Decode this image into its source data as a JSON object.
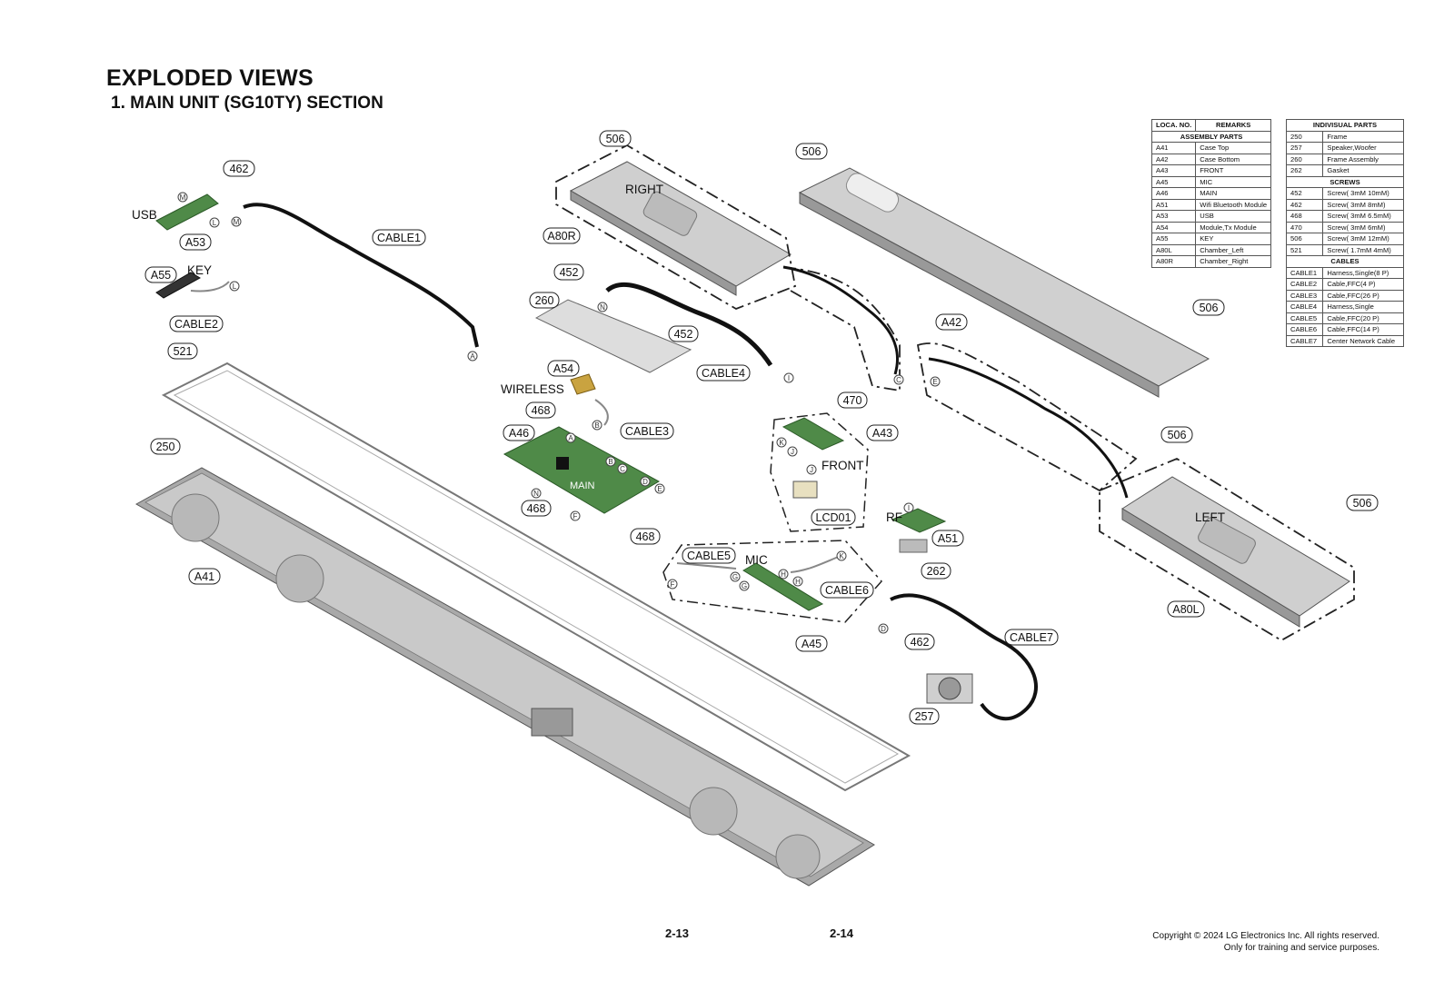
{
  "header": {
    "title": "EXPLODED VIEWS",
    "subtitle": "1. MAIN UNIT (SG10TY) SECTION"
  },
  "callouts": {
    "c462a": "462",
    "usb": "USB",
    "a53": "A53",
    "cable1": "CABLE1",
    "a55": "A55",
    "key": "KEY",
    "cable2": "CABLE2",
    "c521": "521",
    "c250": "250",
    "a41": "A41",
    "c506a": "506",
    "right": "RIGHT",
    "a80r": "A80R",
    "c506b": "506",
    "a42": "A42",
    "c452a": "452",
    "c260": "260",
    "c452b": "452",
    "cable4": "CABLE4",
    "a54": "A54",
    "wireless": "WIRELESS",
    "c468a": "468",
    "cable3": "CABLE3",
    "a46": "A46",
    "main": "MAIN",
    "c468b": "468",
    "c468c": "468",
    "c470": "470",
    "a43": "A43",
    "front": "FRONT",
    "lcd01": "LCD01",
    "rf": "RF",
    "a51": "A51",
    "c262": "262",
    "cable5": "CABLE5",
    "mic": "MIC",
    "cable6": "CABLE6",
    "a45": "A45",
    "c462b": "462",
    "c257": "257",
    "cable7": "CABLE7",
    "c506c": "506",
    "c506d": "506",
    "c506e": "506",
    "left": "LEFT",
    "a80l": "A80L"
  },
  "connectors": [
    "M",
    "L",
    "M",
    "L",
    "A",
    "N",
    "I",
    "C",
    "E",
    "A",
    "B",
    "C",
    "D",
    "E",
    "N",
    "F",
    "B",
    "K",
    "J",
    "J",
    "I",
    "F",
    "G",
    "G",
    "H",
    "H",
    "K",
    "D"
  ],
  "assembly_table": {
    "col1": "LOCA. NO.",
    "col2": "REMARKS",
    "section": "ASSEMBLY PARTS",
    "rows": [
      [
        "A41",
        "Case Top"
      ],
      [
        "A42",
        "Case Bottom"
      ],
      [
        "A43",
        "FRONT"
      ],
      [
        "A45",
        "MIC"
      ],
      [
        "A46",
        "MAIN"
      ],
      [
        "A51",
        "Wifi Bluetooth Module"
      ],
      [
        "A53",
        "USB"
      ],
      [
        "A54",
        "Module,Tx Module"
      ],
      [
        "A55",
        "KEY"
      ],
      [
        "A80L",
        "Chamber_Left"
      ],
      [
        "A80R",
        "Chamber_Right"
      ]
    ]
  },
  "parts_table": {
    "header": "INDIVISUAL PARTS",
    "rows": [
      [
        "250",
        "Frame"
      ],
      [
        "257",
        "Speaker,Woofer"
      ],
      [
        "260",
        "Frame Assembly"
      ],
      [
        "262",
        "Gasket"
      ]
    ],
    "screws_header": "SCREWS",
    "screws": [
      [
        "452",
        "Screw( 3mM 10mM)"
      ],
      [
        "462",
        "Screw( 3mM 8mM)"
      ],
      [
        "468",
        "Screw( 3mM 6.5mM)"
      ],
      [
        "470",
        "Screw( 3mM 6mM)"
      ],
      [
        "506",
        "Screw( 3mM 12mM)"
      ],
      [
        "521",
        "Screw( 1.7mM 4mM)"
      ]
    ],
    "cables_header": "CABLES",
    "cables": [
      [
        "CABLE1",
        "Harness,Single(8 P)"
      ],
      [
        "CABLE2",
        "Cable,FFC(4 P)"
      ],
      [
        "CABLE3",
        "Cable,FFC(26 P)"
      ],
      [
        "CABLE4",
        "Harness,Single"
      ],
      [
        "CABLE5",
        "Cable,FFC(20 P)"
      ],
      [
        "CABLE6",
        "Cable,FFC(14 P)"
      ],
      [
        "CABLE7",
        "Center Network Cable"
      ]
    ]
  },
  "footer": {
    "page_left": "2-13",
    "page_right": "2-14",
    "copyright": "Copyright © 2024 LG Electronics Inc. All rights reserved.",
    "notice": "Only for training and service purposes."
  }
}
